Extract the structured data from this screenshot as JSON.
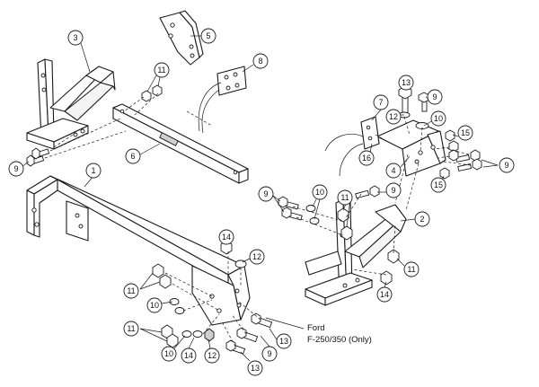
{
  "callouts": {
    "c1": "1",
    "c2": "2",
    "c3": "3",
    "c4": "4",
    "c5": "5",
    "c6": "6",
    "c7": "7",
    "c8": "8",
    "c9a": "9",
    "c9b": "9",
    "c9c": "9",
    "c9d": "9",
    "c9e": "9",
    "c9f": "9",
    "c10a": "10",
    "c10b": "10",
    "c10c": "10",
    "c10d": "10",
    "c11a": "11",
    "c11b": "11",
    "c11c": "11",
    "c11d": "11",
    "c11e": "11",
    "c12a": "12",
    "c12b": "12",
    "c12c": "12",
    "c13a": "13",
    "c13b": "13",
    "c13c": "13",
    "c14a": "14",
    "c14b": "14",
    "c14c": "14",
    "c15a": "15",
    "c15b": "15",
    "c16": "16"
  },
  "note": {
    "line1": "Ford",
    "line2": "F-250/350 (Only)"
  }
}
